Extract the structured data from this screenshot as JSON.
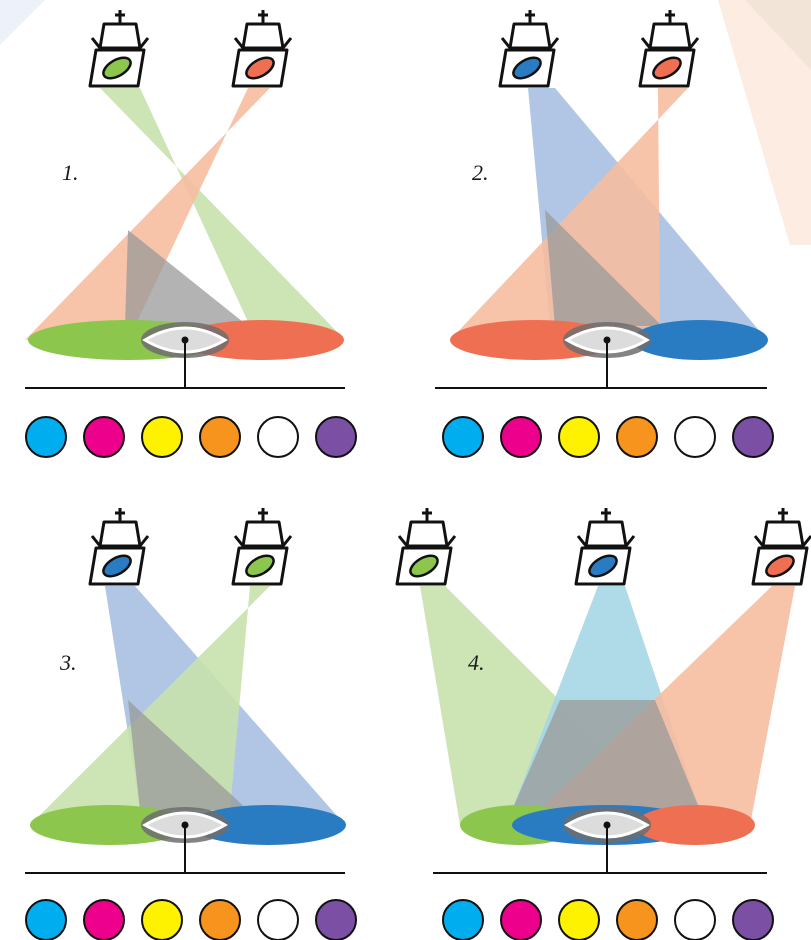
{
  "colors": {
    "red": "#ef6f52",
    "green": "#8cc64c",
    "blue": "#2a7cc2",
    "beam_red": "#f6bca0",
    "beam_green": "#c8e1ad",
    "beam_blue": "#a9c0e2",
    "beam_cyan": "#a6d6e4",
    "overlap_gray": "#9a9a9a",
    "floor_overlap": "#6d6d6d",
    "highlight_fill": "#dcdcdc",
    "lamp_stroke": "#111111"
  },
  "answer_options": [
    {
      "name": "cyan-option",
      "color": "#00aeef"
    },
    {
      "name": "magenta-option",
      "color": "#ec008c"
    },
    {
      "name": "yellow-option",
      "color": "#fff200"
    },
    {
      "name": "orange-option",
      "color": "#f7941d"
    },
    {
      "name": "white-option",
      "color": "#ffffff"
    },
    {
      "name": "purple-option",
      "color": "#7b4fa3"
    }
  ],
  "panels": [
    {
      "label": "1.",
      "lights": [
        {
          "filter": "green",
          "beam": "beam_green",
          "spot": "green"
        },
        {
          "filter": "red",
          "beam": "beam_red",
          "spot": "red"
        }
      ]
    },
    {
      "label": "2.",
      "lights": [
        {
          "filter": "blue",
          "beam": "beam_blue",
          "spot": "blue"
        },
        {
          "filter": "red",
          "beam": "beam_red",
          "spot": "red"
        }
      ]
    },
    {
      "label": "3.",
      "lights": [
        {
          "filter": "blue",
          "beam": "beam_blue",
          "spot": "blue"
        },
        {
          "filter": "green",
          "beam": "beam_green",
          "spot": "green"
        }
      ]
    },
    {
      "label": "4.",
      "lights": [
        {
          "filter": "green",
          "beam": "beam_green",
          "spot": "green"
        },
        {
          "filter": "blue",
          "beam": "beam_cyan",
          "spot": "blue"
        },
        {
          "filter": "red",
          "beam": "beam_red",
          "spot": "red"
        }
      ]
    }
  ]
}
